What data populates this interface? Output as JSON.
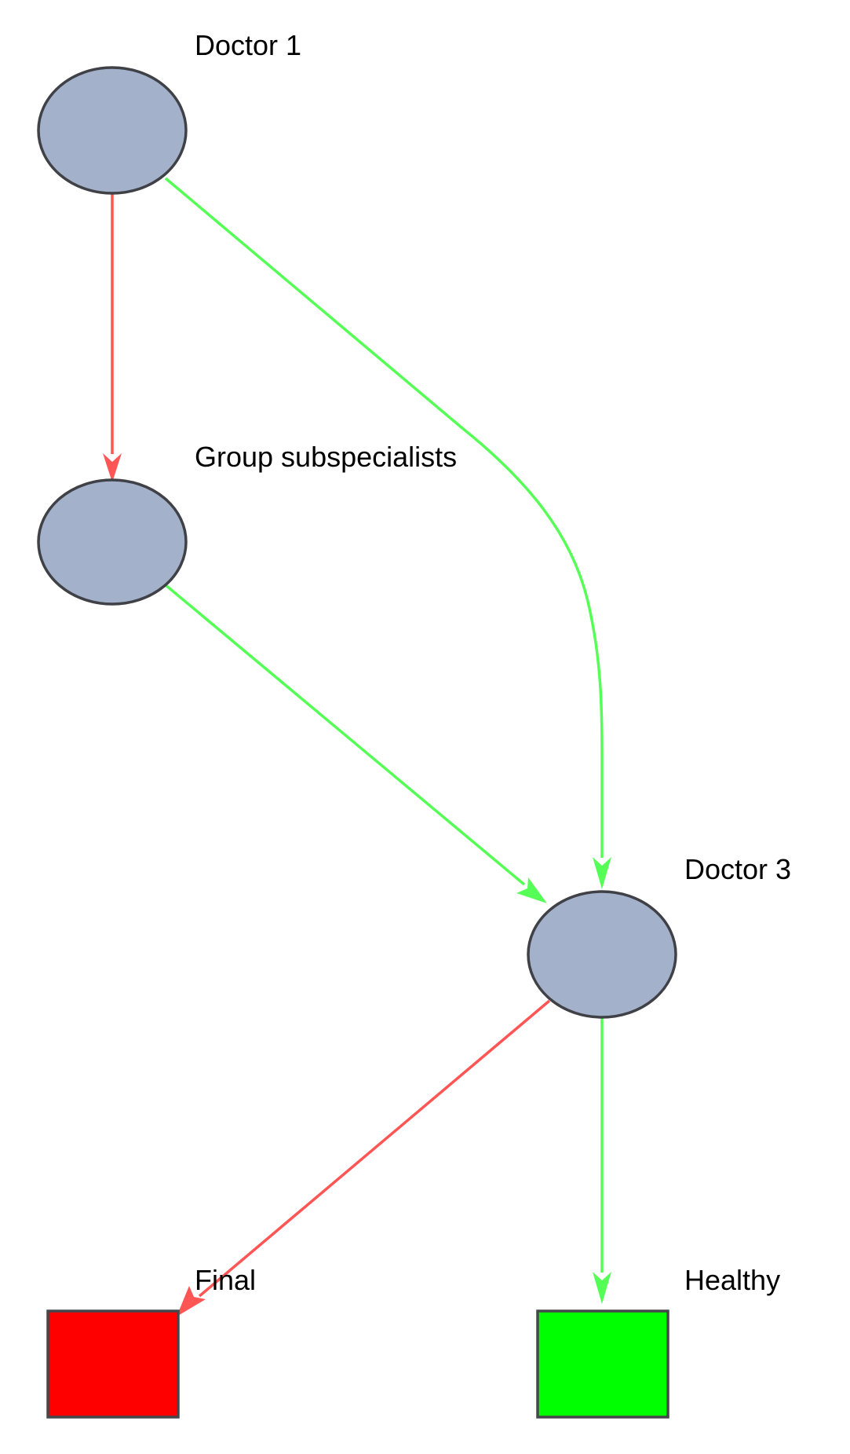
{
  "diagram": {
    "nodes": [
      {
        "id": "doctor1",
        "label": "Doctor 1",
        "shape": "ellipse",
        "fill": "#a3b1cb"
      },
      {
        "id": "group",
        "label": "Group subspecialists",
        "shape": "ellipse",
        "fill": "#a3b1cb"
      },
      {
        "id": "doctor3",
        "label": "Doctor 3",
        "shape": "ellipse",
        "fill": "#a3b1cb"
      },
      {
        "id": "final",
        "label": "Final",
        "shape": "square",
        "fill": "#ff0000"
      },
      {
        "id": "healthy",
        "label": "Healthy",
        "shape": "square",
        "fill": "#00ff00"
      }
    ],
    "edges": [
      {
        "from": "doctor1",
        "to": "group",
        "color": "#ff5555"
      },
      {
        "from": "doctor1",
        "to": "doctor3",
        "color": "#55ff55"
      },
      {
        "from": "group",
        "to": "doctor3",
        "color": "#55ff55"
      },
      {
        "from": "doctor3",
        "to": "final",
        "color": "#ff5555"
      },
      {
        "from": "doctor3",
        "to": "healthy",
        "color": "#55ff55"
      }
    ]
  }
}
